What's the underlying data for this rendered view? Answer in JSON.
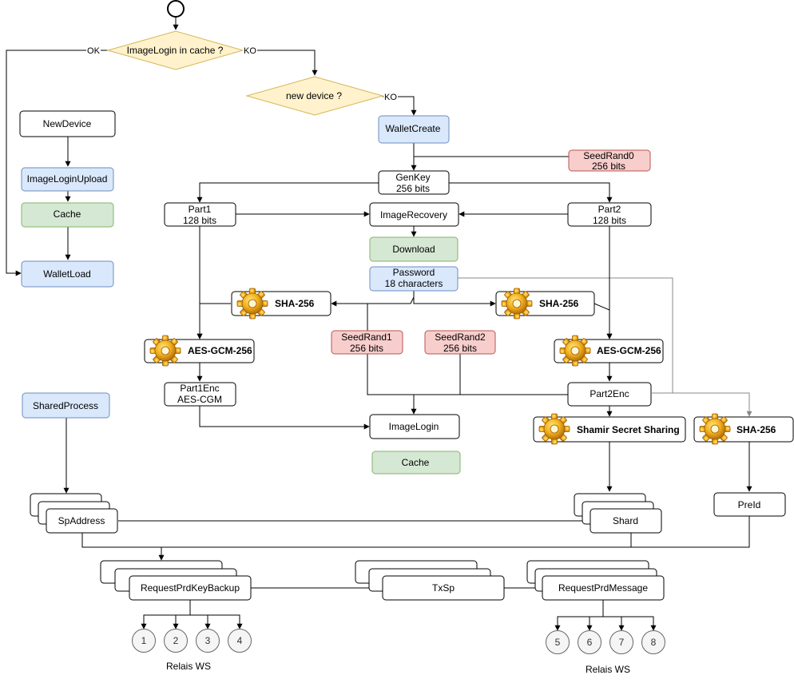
{
  "labels": {
    "ok": "OK",
    "ko_1": "KO",
    "ko_2": "KO"
  },
  "decisions": {
    "image_login_in_cache": "ImageLogin in cache ?",
    "new_device": "new device ?"
  },
  "left_branch": {
    "new_device": "NewDevice",
    "image_login_upload": "ImageLoginUpload",
    "cache": "Cache",
    "wallet_load": "WalletLoad"
  },
  "nodes": {
    "wallet_create": "WalletCreate",
    "seed_rand0": [
      "SeedRand0",
      "256 bits"
    ],
    "gen_key": [
      "GenKey",
      "256 bits"
    ],
    "part1": [
      "Part1",
      "128 bits"
    ],
    "part2": [
      "Part2",
      "128 bits"
    ],
    "image_recovery": "ImageRecovery",
    "download": "Download",
    "password": [
      "Password",
      "18 characters"
    ],
    "sha256_left": "SHA-256",
    "sha256_right": "SHA-256",
    "seed_rand1": [
      "SeedRand1",
      "256 bits"
    ],
    "seed_rand2": [
      "SeedRand2",
      "256 bits"
    ],
    "aes_left": "AES-GCM-256",
    "aes_right": "AES-GCM-256",
    "part1_enc": [
      "Part1Enc",
      "AES-CGM"
    ],
    "part2_enc": "Part2Enc",
    "image_login": "ImageLogin",
    "cache_center": "Cache",
    "shamir": "Shamir Secret Sharing",
    "sha256_far_right": "SHA-256",
    "shared_process": "SharedProcess",
    "sp_address": "SpAddress",
    "shard": "Shard",
    "pre_id": "PreId",
    "request_prd_key_backup": "RequestPrdKeyBackup",
    "tx_sp": "TxSp",
    "request_prd_message": "RequestPrdMessage"
  },
  "relays_left": {
    "items": [
      "1",
      "2",
      "3",
      "4"
    ],
    "caption": "Relais WS"
  },
  "relays_right": {
    "items": [
      "5",
      "6",
      "7",
      "8"
    ],
    "caption": "Relais WS"
  },
  "colors": {
    "blue_fill": "#dae8fc",
    "blue_stroke": "#6c8ebf",
    "green_fill": "#d5e8d4",
    "green_stroke": "#82b366",
    "red_fill": "#f8cecc",
    "red_stroke": "#b85450",
    "yellow_fill": "#fff2cc",
    "yellow_stroke": "#d6b656",
    "relay_fill": "#f5f5f5",
    "relay_stroke": "#666666"
  }
}
